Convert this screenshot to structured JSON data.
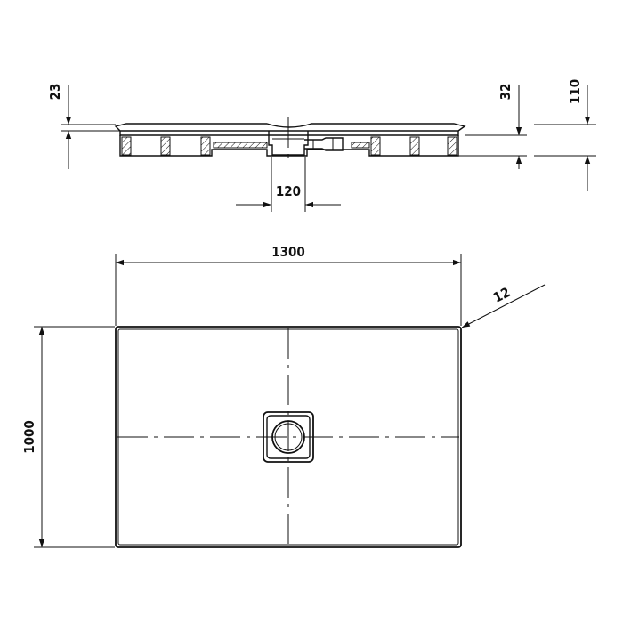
{
  "dimensions": {
    "tray_length": "1300",
    "tray_width": "1000",
    "corner_radius": "12",
    "drain_width": "120",
    "rim_height": "23",
    "base_height": "32",
    "total_height": "110"
  }
}
